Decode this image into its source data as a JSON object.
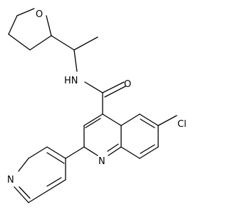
{
  "molecule": {
    "atoms": {
      "oxygen_ring": "O",
      "oxygen_carbonyl": "O",
      "amide_nh": "HN",
      "chlorine": "Cl",
      "quinoline_n": "N",
      "pyridine_n": "N"
    }
  }
}
